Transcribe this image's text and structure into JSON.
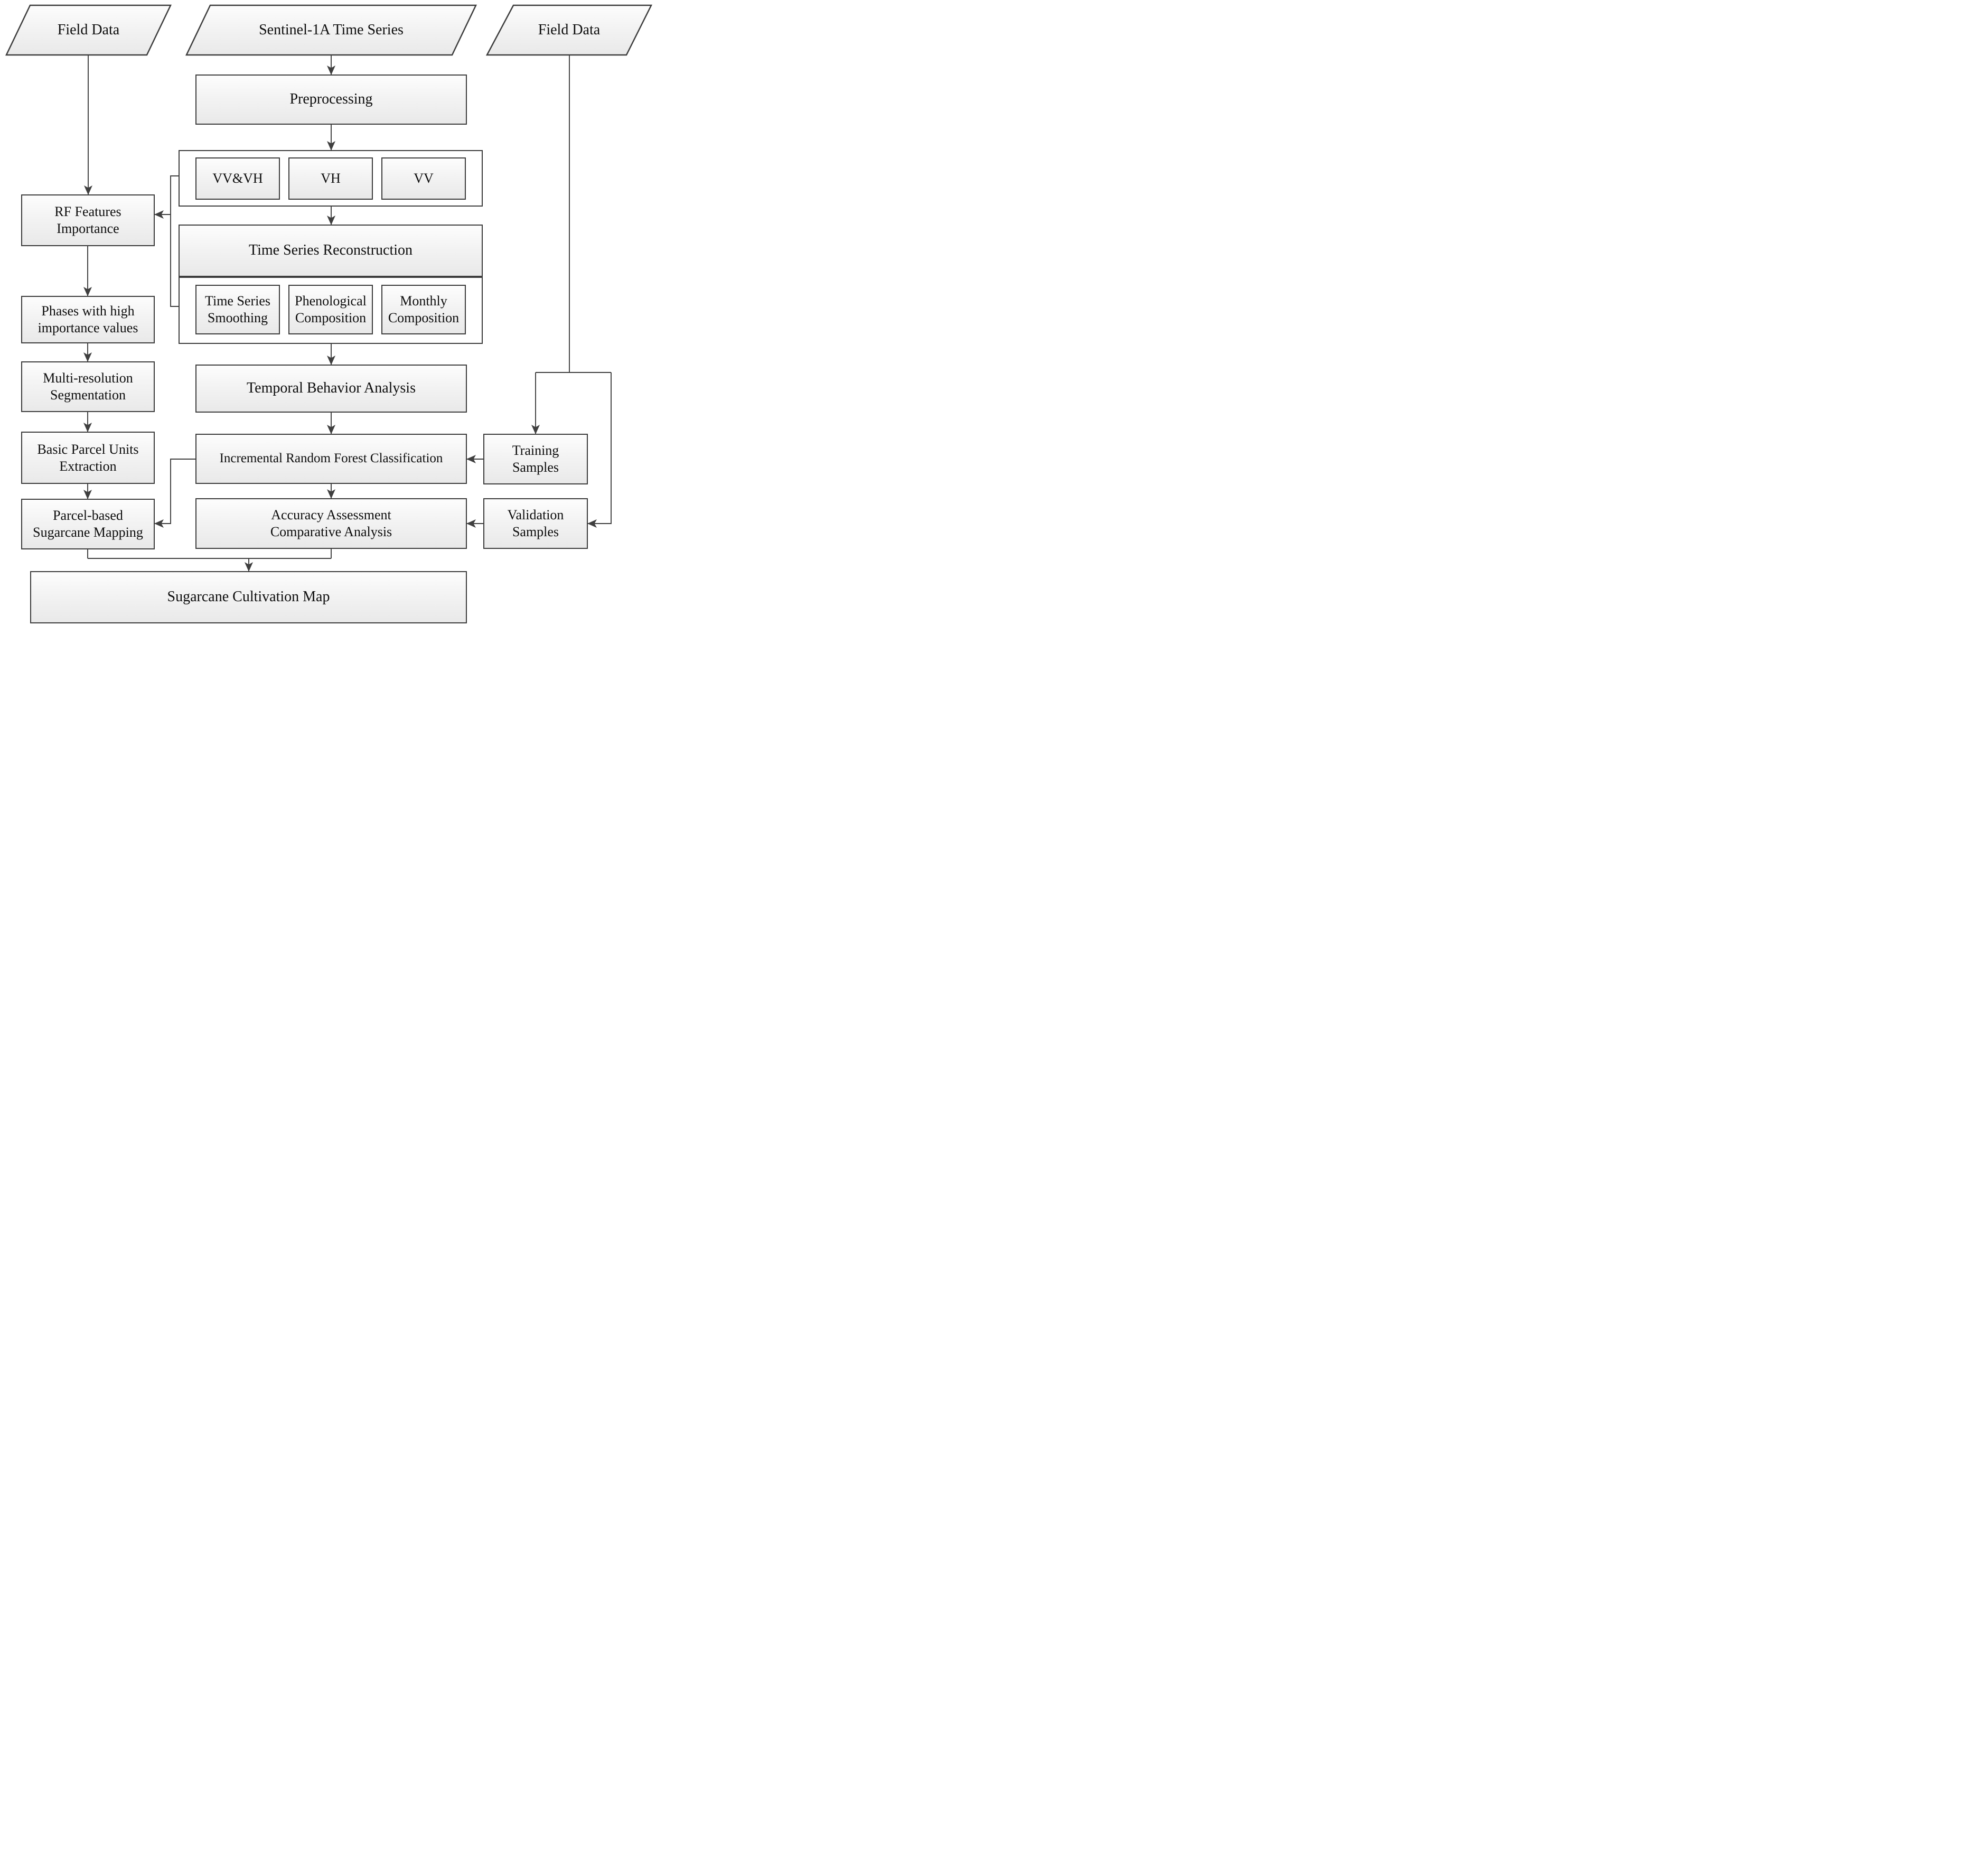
{
  "diagram_type": "flowchart",
  "nodes": {
    "field_data_left": {
      "label": "Field Data",
      "shape": "parallelogram"
    },
    "sentinel": {
      "label": "Sentinel-1A Time Series",
      "shape": "parallelogram"
    },
    "field_data_right": {
      "label": "Field Data",
      "shape": "parallelogram"
    },
    "preprocessing": {
      "label": "Preprocessing",
      "shape": "rect"
    },
    "vv_vh": {
      "label": "VV&VH",
      "shape": "rect"
    },
    "vh": {
      "label": "VH",
      "shape": "rect"
    },
    "vv": {
      "label": "VV",
      "shape": "rect"
    },
    "rf_features": {
      "label": "RF Features\nImportance",
      "shape": "rect"
    },
    "tsr": {
      "label": "Time Series Reconstruction",
      "shape": "rect"
    },
    "ts_smoothing": {
      "label": "Time Series\nSmoothing",
      "shape": "rect"
    },
    "phenological": {
      "label": "Phenological\nComposition",
      "shape": "rect"
    },
    "monthly": {
      "label": "Monthly\nComposition",
      "shape": "rect"
    },
    "phases": {
      "label": "Phases with high\nimportance values",
      "shape": "rect"
    },
    "multires": {
      "label": "Multi-resolution\nSegmentation",
      "shape": "rect"
    },
    "tba": {
      "label": "Temporal Behavior Analysis",
      "shape": "rect"
    },
    "basic_parcel": {
      "label": "Basic Parcel Units\nExtraction",
      "shape": "rect"
    },
    "irfc": {
      "label": "Incremental Random Forest Classification",
      "shape": "rect"
    },
    "training": {
      "label": "Training\nSamples",
      "shape": "rect"
    },
    "parcel_mapping": {
      "label": "Parcel-based\nSugarcane Mapping",
      "shape": "rect"
    },
    "accuracy": {
      "label": "Accuracy Assessment\nComparative Analysis",
      "shape": "rect"
    },
    "validation": {
      "label": "Validation\nSamples",
      "shape": "rect"
    },
    "map": {
      "label": "Sugarcane Cultivation Map",
      "shape": "rect"
    }
  },
  "edges": [
    {
      "from": "field_data_left",
      "to": "rf_features",
      "type": "arrow"
    },
    {
      "from": "sentinel",
      "to": "preprocessing",
      "type": "arrow"
    },
    {
      "from": "preprocessing",
      "to": "polarization_group",
      "type": "arrow"
    },
    {
      "from": "polarization_group",
      "to": "tsr",
      "type": "arrow"
    },
    {
      "from": "polarization_group + ts_smoothing",
      "to": "rf_features",
      "type": "arrow"
    },
    {
      "from": "reconstruction_group",
      "to": "tba",
      "type": "arrow"
    },
    {
      "from": "tba",
      "to": "irfc",
      "type": "arrow"
    },
    {
      "from": "irfc",
      "to": "accuracy",
      "type": "arrow"
    },
    {
      "from": "rf_features",
      "to": "phases",
      "type": "arrow"
    },
    {
      "from": "phases",
      "to": "multires",
      "type": "arrow"
    },
    {
      "from": "multires",
      "to": "basic_parcel",
      "type": "arrow"
    },
    {
      "from": "basic_parcel",
      "to": "parcel_mapping",
      "type": "arrow"
    },
    {
      "from": "irfc",
      "to": "parcel_mapping",
      "type": "arrow"
    },
    {
      "from": "field_data_right",
      "to": "training",
      "type": "arrow"
    },
    {
      "from": "field_data_right",
      "to": "validation",
      "type": "arrow"
    },
    {
      "from": "training",
      "to": "irfc",
      "type": "arrow"
    },
    {
      "from": "validation",
      "to": "accuracy",
      "type": "arrow"
    },
    {
      "from": "parcel_mapping + accuracy",
      "to": "map",
      "type": "arrow"
    }
  ],
  "colors": {
    "line": "#3f3f3f",
    "box_border": "#3d3d3d",
    "box_fill_top": "#fdfdfd",
    "box_fill_bottom": "#e9e9e9",
    "group_fill": "#ffffff",
    "text": "#0d0d0d",
    "background": "#ffffff"
  }
}
